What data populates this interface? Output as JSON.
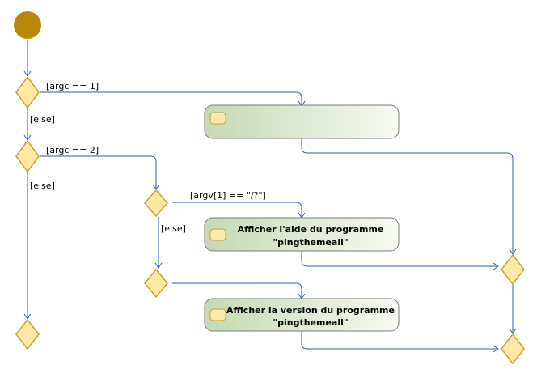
{
  "colors": {
    "flow": "#2e5fa3",
    "start_fill": "#b8860b",
    "decision_fill": "#ffe9a8",
    "decision_stroke": "#c9a227",
    "action_fill_left": "#c5d8b3",
    "action_fill_right": "#f7faf3",
    "action_stroke": "#7a7a7a",
    "action_icon_fill": "#ffe9a8",
    "action_icon_stroke": "#c9a227"
  },
  "guards": {
    "g1": "[argc == 1]",
    "g2": "[else]",
    "g3": "[argc == 2]",
    "g4": "[else]",
    "g5": "[argv[1] == \"/?\"]",
    "g6": "[else]"
  },
  "actions": {
    "a1": {
      "lines": []
    },
    "a2": {
      "lines": [
        "Afficher l'aide du programme",
        "\"pingthemeall\""
      ]
    },
    "a3": {
      "lines": [
        "Afficher la version du programme",
        "\"pingthemeall\""
      ]
    }
  }
}
